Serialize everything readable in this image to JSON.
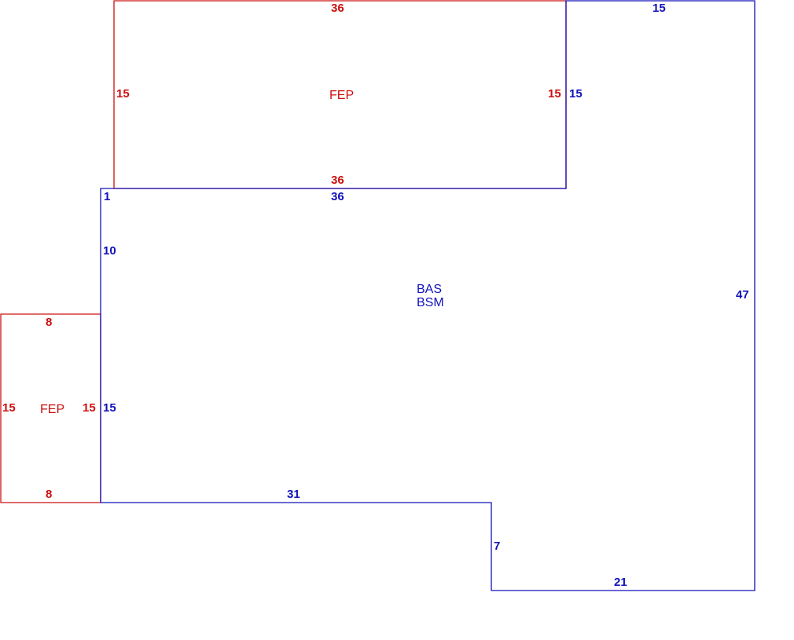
{
  "colors": {
    "addition": "#cc1111",
    "main": "#1111bb",
    "background": "#ffffff"
  },
  "areas": {
    "fep_top": "FEP",
    "fep_left": "FEP",
    "main_line1": "BAS",
    "main_line2": "BSM"
  },
  "dimensions": {
    "fep_top_top": "36",
    "fep_top_left": "15",
    "fep_top_right": "15",
    "fep_top_bottom": "36",
    "main_top_right_width": "15",
    "main_upper_right_height": "15",
    "main_corner_step": "1",
    "main_top_width": "36",
    "main_left_upper": "10",
    "main_right_height": "47",
    "main_left_lower": "15",
    "main_bottom_left": "31",
    "main_step_height": "7",
    "main_bottom_right": "21",
    "fep_left_top": "8",
    "fep_left_left": "15",
    "fep_left_right": "15",
    "fep_left_bottom": "8"
  }
}
